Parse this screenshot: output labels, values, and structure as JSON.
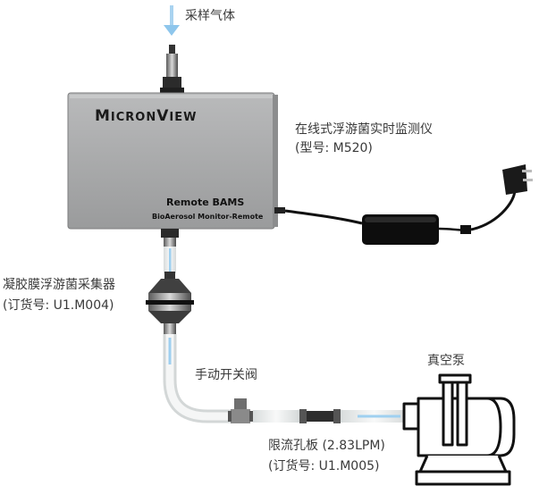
{
  "labels": {
    "sample_gas": "采样气体",
    "monitor_name": "在线式浮游菌实时监测仪",
    "monitor_model": "(型号: M520)",
    "collector_name": "凝胶膜浮游菌采集器",
    "collector_order": "(订货号: U1.M004)",
    "manual_valve": "手动开关阀",
    "vacuum_pump": "真空泵",
    "orifice_name": "限流孔板 (2.83LPM)",
    "orifice_order": "(订货号: U1.M005)"
  },
  "device": {
    "brand_first": "M",
    "brand_rest": "ICRON",
    "brand_second": "V",
    "brand_rest2": "IEW",
    "model_line": "Remote BAMS",
    "model_subline": "BioAerosol Monitor-Remote"
  },
  "colors": {
    "flow_arrow": "#8ec6ec",
    "device_body": "#a7a8a9",
    "tubing": "#eef0f0",
    "text": "#3a3a3a"
  }
}
